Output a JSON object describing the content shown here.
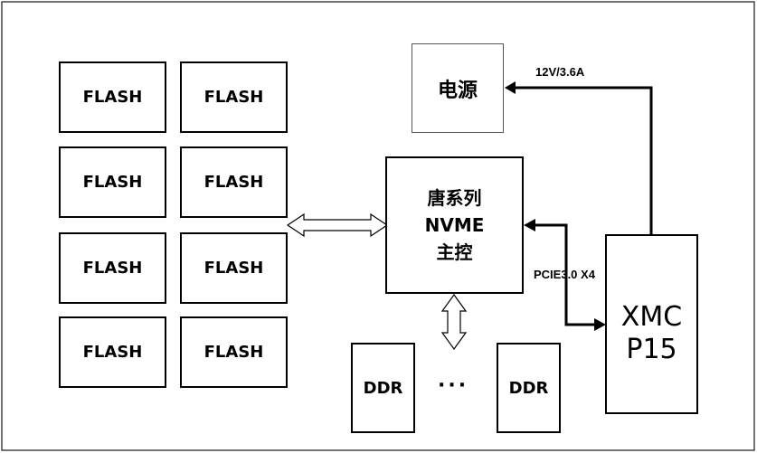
{
  "flash_modules": [
    "FLASH",
    "FLASH",
    "FLASH",
    "FLASH",
    "FLASH",
    "FLASH",
    "FLASH",
    "FLASH"
  ],
  "power": {
    "label": "电源"
  },
  "power_link": {
    "label": "12V/3.6A"
  },
  "controller": {
    "line1": "唐系列",
    "line2": "NVME",
    "line3": "主控"
  },
  "pcie_link": {
    "label": "PCIE3.0 X4"
  },
  "xmc": {
    "line1": "XMC",
    "line2": "P15"
  },
  "ddr": {
    "left": "DDR",
    "right": "DDR",
    "ellipsis": "···"
  }
}
